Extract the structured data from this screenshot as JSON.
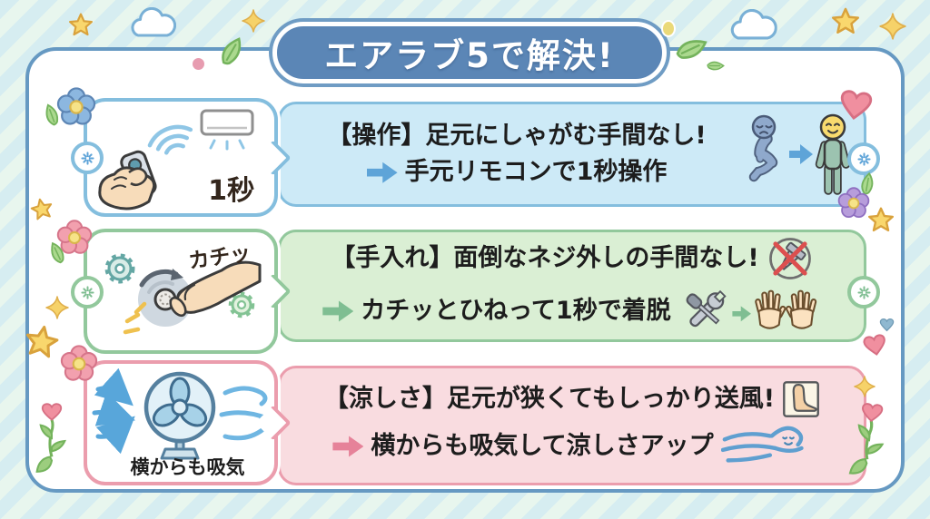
{
  "title": {
    "text": "エアラブ5で解決!",
    "bg_color": "#5b86b6",
    "text_color": "#ffffff"
  },
  "background": {
    "stripe_colors": [
      "#d6edf1",
      "#e8f6ee"
    ],
    "panel_fill": "#ffffff",
    "panel_border": "#6699c2"
  },
  "rows": [
    {
      "name": "operation",
      "colors": {
        "border": "#84bede",
        "fill": "#cdeaf7",
        "arrow": "#5ea4d8"
      },
      "left_bubble": {
        "caption": "1秒",
        "icons": [
          "remote-in-hand-icon",
          "wifi-waves-icon",
          "air-conditioner-icon"
        ]
      },
      "right_bubble": {
        "line1": "【操作】足元にしゃがむ手間なし!",
        "line2": "手元リモコンで1秒操作",
        "icons": [
          "sad-crouching-person-icon",
          "transition-arrow-icon",
          "happy-standing-person-icon"
        ]
      }
    },
    {
      "name": "maintenance",
      "colors": {
        "border": "#92c89c",
        "fill": "#daefd4",
        "arrow": "#7fbe92"
      },
      "left_bubble": {
        "caption": "カチッ",
        "icons": [
          "twist-dial-hand-icon",
          "gear-icon",
          "gear-icon"
        ]
      },
      "right_bubble": {
        "line1": "【手入れ】面倒なネジ外しの手間なし!",
        "line2": "カチッとひねって1秒で着脱",
        "icons": [
          "no-screw-icon",
          "tools-icon",
          "transition-arrow-icon",
          "open-hands-icon"
        ]
      }
    },
    {
      "name": "coolness",
      "colors": {
        "border": "#eb9dad",
        "fill": "#f9dce0",
        "arrow": "#e68299"
      },
      "left_bubble": {
        "caption": "横からも吸気",
        "icons": [
          "fan-icon",
          "intake-arrows-icon",
          "wind-icon"
        ]
      },
      "right_bubble": {
        "line1": "【涼しさ】足元が狭くてもしっかり送風!",
        "line2": "横からも吸気して涼しさアップ",
        "icons": [
          "foot-icon",
          "wind-face-icon"
        ]
      }
    }
  ],
  "decorations": [
    "cloud-icon",
    "star-icon",
    "sparkle-icon",
    "leaf-icon",
    "flower-icon",
    "heart-icon",
    "heart-flower-icon",
    "dot"
  ]
}
